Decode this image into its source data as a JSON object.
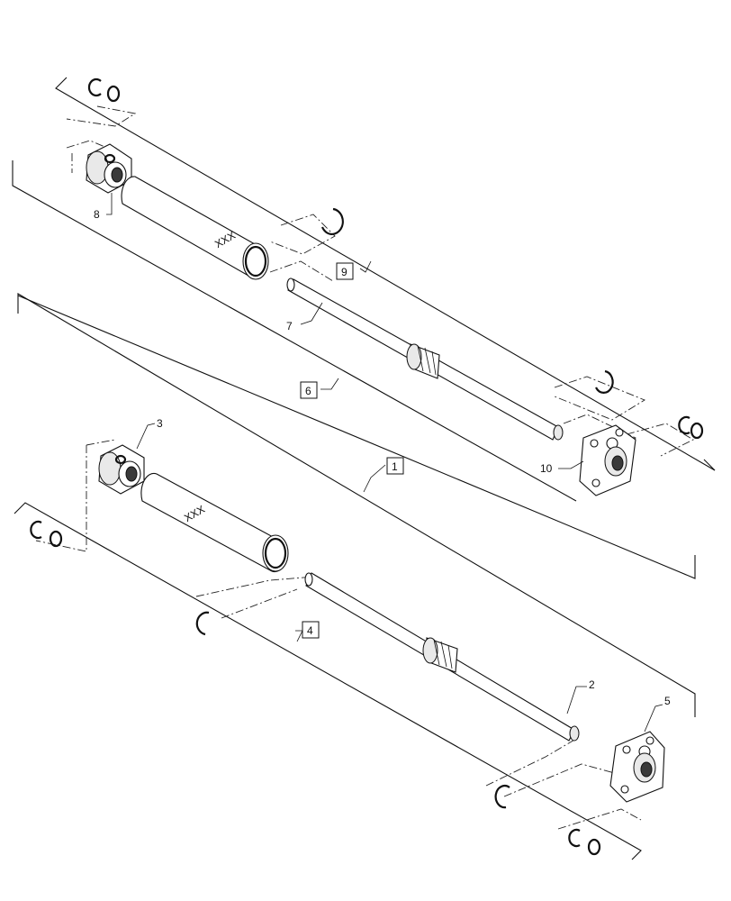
{
  "callouts": {
    "c1": "1",
    "c2": "2",
    "c3": "3",
    "c4": "4",
    "c5": "5",
    "c6": "6",
    "c7": "7",
    "c8": "8",
    "c9": "9",
    "c10": "10"
  },
  "marks": {
    "barrel_upper": "XXX",
    "barrel_lower": "XXX"
  }
}
